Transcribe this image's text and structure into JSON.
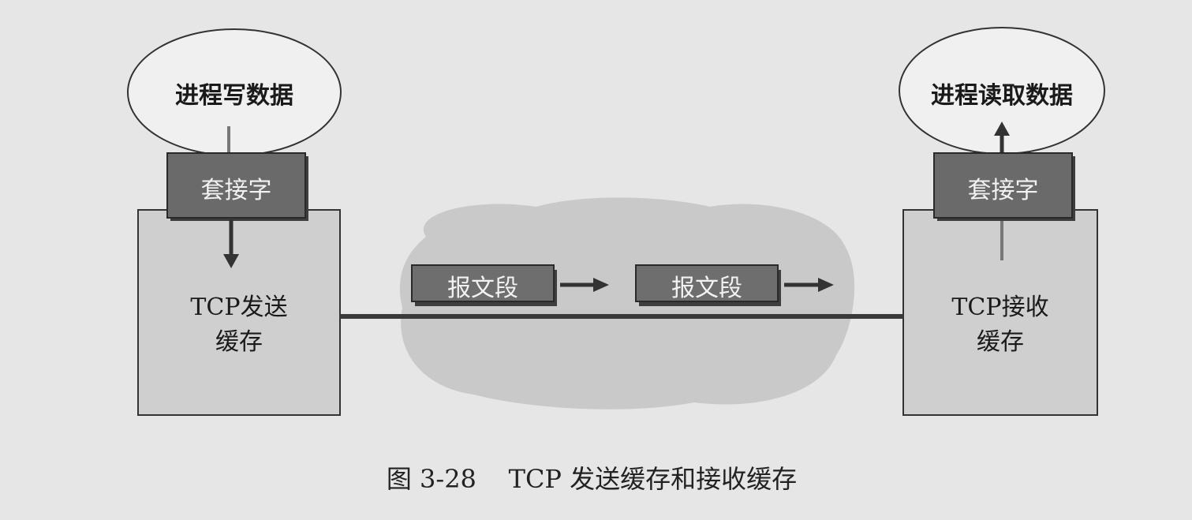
{
  "sender": {
    "process_label": "进程写数据",
    "socket_label": "套接字",
    "buffer_line1": "TCP发送",
    "buffer_line2": "缓存"
  },
  "receiver": {
    "process_label": "进程读取数据",
    "socket_label": "套接字",
    "buffer_line1": "TCP接收",
    "buffer_line2": "缓存"
  },
  "segments": [
    {
      "label": "报文段"
    },
    {
      "label": "报文段"
    }
  ],
  "caption": "图 3-28    TCP 发送缓存和接收缓存",
  "colors": {
    "background": "#e6e6e6",
    "ellipse_fill": "#f0f0f0",
    "buffer_fill": "#cfcfcf",
    "socket_fill": "#6a6a6a",
    "segment_fill": "#6e6e6e",
    "cloud_fill": "#c9c9c9",
    "line": "#3a3a3a"
  }
}
